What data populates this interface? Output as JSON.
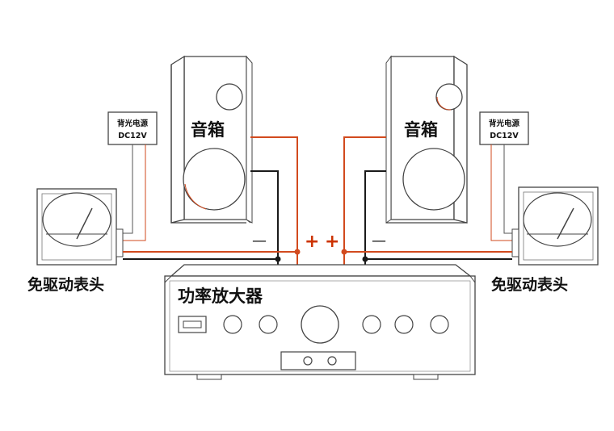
{
  "speaker_left": {
    "label": "音箱"
  },
  "speaker_right": {
    "label": "音箱"
  },
  "backlight_left": {
    "line1": "背光电源",
    "line2": "DC12V"
  },
  "backlight_right": {
    "line1": "背光电源",
    "line2": "DC12V"
  },
  "meter_left": {
    "label": "免驱动表头"
  },
  "meter_right": {
    "label": "免驱动表头"
  },
  "amplifier": {
    "label": "功率放大器"
  },
  "terminals": {
    "plus_left": "+",
    "plus_right": "+",
    "minus_left": "—",
    "minus_right": "—"
  },
  "colors": {
    "wire_red": "#d24a1e",
    "wire_black": "#1a1a1a",
    "line": "#333333"
  }
}
